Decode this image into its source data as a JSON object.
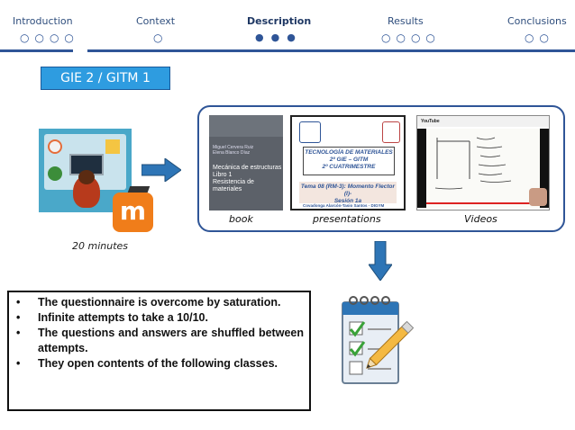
{
  "nav": {
    "items": [
      {
        "label": "Introduction",
        "dots": "○○○○",
        "active": false
      },
      {
        "label": "Context",
        "dots": "○",
        "active": false
      },
      {
        "label": "Description",
        "dots": "●●●",
        "active": true
      },
      {
        "label": "Results",
        "dots": "○○○○",
        "active": false
      },
      {
        "label": "Conclusions",
        "dots": "○○",
        "active": false
      }
    ],
    "accent_color": "#2f5597"
  },
  "group_label": "GIE 2 / GITM 1",
  "time_label": "20 minutes",
  "resources": {
    "book": {
      "label": "book",
      "authors": [
        "Miguel Cervera Ruiz",
        "Elena Blanco Díaz"
      ],
      "title_lines": [
        "Mecánica de estructuras",
        "Libro 1",
        "Resistencia de materiales"
      ]
    },
    "presentation": {
      "label": "presentations",
      "title_lines": [
        "TECNOLOGÍA DE MATERIALES",
        "2º GIE – GITM",
        "2º CUATRIMESTRE"
      ],
      "session_lines": [
        "Tema 08 (RM-3): Momento Flector (I)-",
        "Sesión 1a"
      ],
      "author": "Covadonga Alarcón-Tasio Santos - DIGYM"
    },
    "video": {
      "label": "Videos",
      "platform": "YouTube"
    }
  },
  "bullets": [
    "The questionnaire is overcome by saturation.",
    "Infinite attempts to take a 10/10.",
    "The questions and answers are shuffled between attempts.",
    "They open contents of the following classes."
  ],
  "icons": {
    "moodle": "moodle-logo-icon",
    "arrow_right": "arrow-right-icon",
    "arrow_down": "arrow-down-icon",
    "checklist": "checklist-pencil-icon"
  }
}
